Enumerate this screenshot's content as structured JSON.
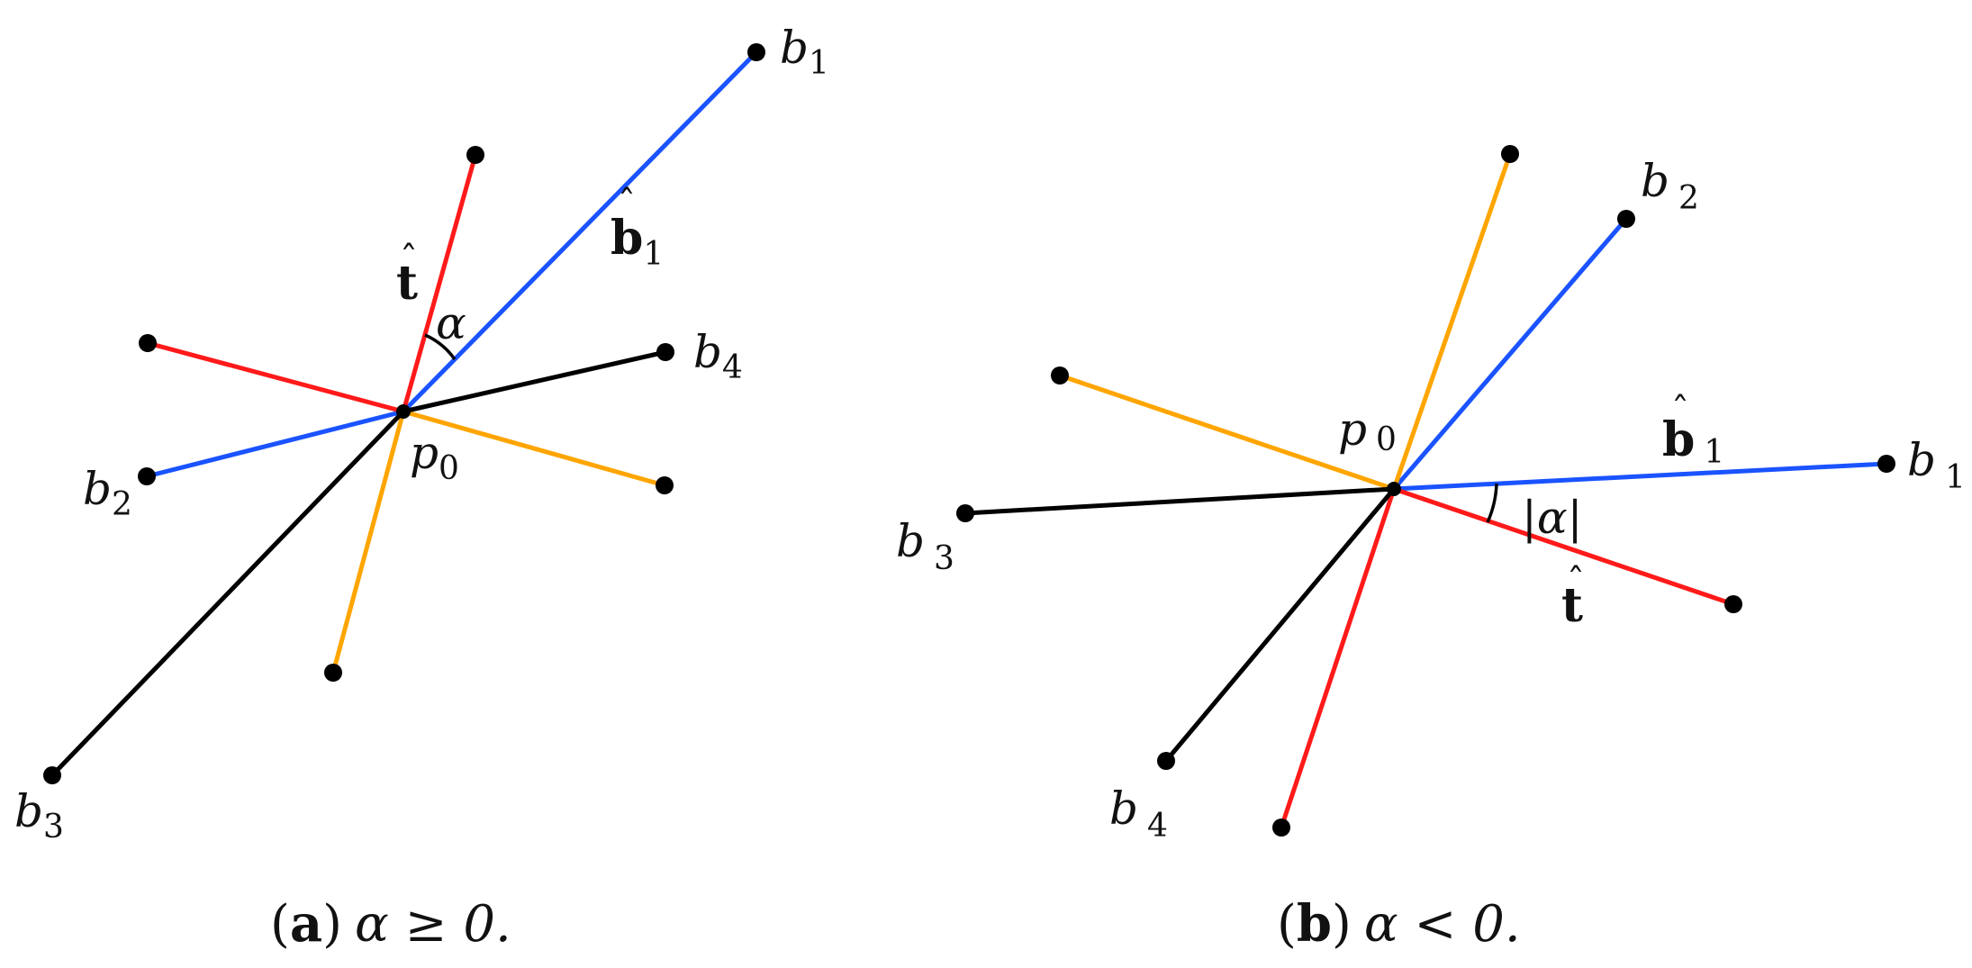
{
  "colors": {
    "blue": "#1a53ff",
    "red": "#ff1a1a",
    "orange": "#ffa500",
    "black": "#000000",
    "dot": "#000000"
  },
  "panel_a": {
    "labels": {
      "b1": {
        "base": "b",
        "sub": "1"
      },
      "b2": {
        "base": "b",
        "sub": "2"
      },
      "b3": {
        "base": "b",
        "sub": "3"
      },
      "b4": {
        "base": "b",
        "sub": "4"
      },
      "p0": {
        "base": "p",
        "sub": "0"
      },
      "t_hat": {
        "accent": "ˆ",
        "base": "t"
      },
      "b1_hat": {
        "accent": "ˆ",
        "base": "b",
        "sub": "1"
      },
      "alpha": "α"
    },
    "caption": {
      "prefix_open": "(",
      "letter": "a",
      "prefix_close": ")",
      "math": "α ≥ 0."
    }
  },
  "panel_b": {
    "labels": {
      "b1": {
        "base": "b",
        "sub": "1"
      },
      "b2": {
        "base": "b",
        "sub": "2"
      },
      "b3": {
        "base": "b",
        "sub": "3"
      },
      "b4": {
        "base": "b",
        "sub": "4"
      },
      "p0": {
        "base": "p",
        "sub": "0"
      },
      "t_hat": {
        "accent": "ˆ",
        "base": "t"
      },
      "b1_hat": {
        "accent": "ˆ",
        "base": "b",
        "sub": "1"
      },
      "alpha_abs": "|α|"
    },
    "caption": {
      "prefix_open": "(",
      "letter": "b",
      "prefix_close": ")",
      "math": "α < 0."
    }
  }
}
